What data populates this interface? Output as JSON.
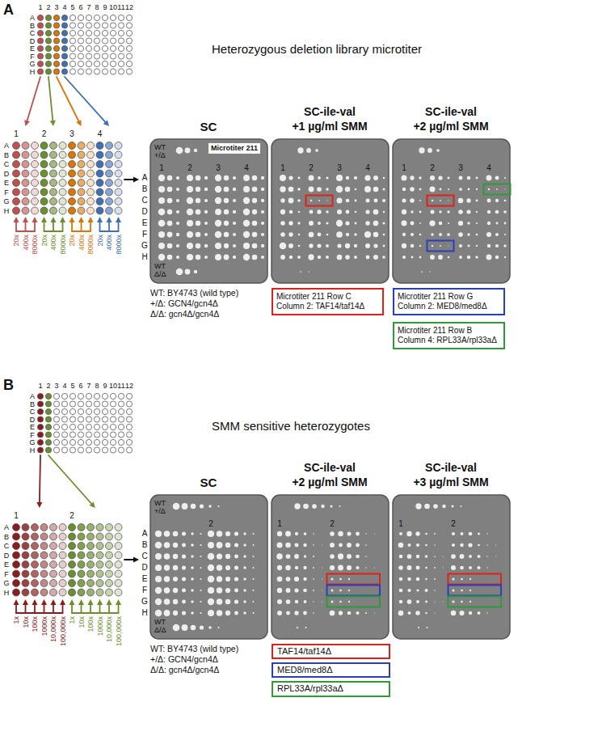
{
  "diagram": {
    "nodes": [
      {
        "text": [
          "Microtiter 211"
        ]
      },
      {
        "text": [
          "Microtiter 211 Row C Column 2: TAF14/taf14Δ"
        ]
      },
      {
        "text": [
          "Microtiter 211 Row G Column 2: MED8/med8Δ"
        ]
      },
      {
        "text": [
          "Microtiter 211 Row B Column 4: RPL33A/rpl33aΔ"
        ]
      },
      {
        "text": [
          "TAF14/taf14Δ"
        ]
      },
      {
        "text": [
          "MED8/med8Δ"
        ]
      },
      {
        "text": [
          "RPL33A/rpl33aΔ"
        ]
      }
    ],
    "labels": [
      "A",
      "1",
      "2",
      "3",
      "4",
      "5",
      "6",
      "7",
      "8",
      "9",
      "10",
      "11",
      "12",
      "A",
      "B",
      "C",
      "D",
      "E",
      "F",
      "G",
      "H",
      "Heterozygous deletion library microtiter",
      "1",
      "2",
      "3",
      "4",
      "A",
      "B",
      "C",
      "D",
      "E",
      "F",
      "G",
      "H",
      "20x",
      "400x",
      "8000x",
      "20x",
      "400x",
      "8000x",
      "20x",
      "400x",
      "8000x",
      "20x",
      "400x",
      "8000x",
      "SC",
      "SC-ile-val",
      "+1 µg/ml SMM",
      "SC-ile-val",
      "+2 µg/ml SMM",
      "WT +/Δ",
      "1",
      "2",
      "3",
      "4",
      "A",
      "B",
      "C",
      "D",
      "E",
      "F",
      "G",
      "H",
      "WT Δ/Δ",
      "1",
      "2",
      "3",
      "4",
      "1",
      "2",
      "3",
      "4",
      "WT: BY4743 (wild type)",
      "+/Δ: GCN4/gcn4Δ",
      "Δ/Δ: gcn4Δ/gcn4Δ",
      "B",
      "1",
      "2",
      "3",
      "4",
      "5",
      "6",
      "7",
      "8",
      "9",
      "10",
      "11",
      "12",
      "A",
      "B",
      "C",
      "D",
      "E",
      "F",
      "G",
      "H",
      "SMM sensitive heterozygotes",
      "1",
      "2",
      "A",
      "B",
      "C",
      "D",
      "E",
      "F",
      "G",
      "H",
      "1x",
      "10x",
      "100x",
      "1000x",
      "10,000x",
      "100,000x",
      "1x",
      "10x",
      "100x",
      "1000x",
      "10,000x",
      "100,000x",
      "SC",
      "SC-ile-val",
      "+2 µg/ml SMM",
      "SC-ile-val",
      "+3 µg/ml SMM",
      "WT +/Δ",
      "2",
      "A",
      "B",
      "C",
      "D",
      "E",
      "F",
      "G",
      "H",
      "WT Δ/Δ",
      "1",
      "2",
      "1",
      "2",
      "WT: BY4743 (wild type)",
      "+/Δ: GCN4/gcn4Δ",
      "Δ/Δ: gcn4Δ/gcn4Δ"
    ]
  }
}
